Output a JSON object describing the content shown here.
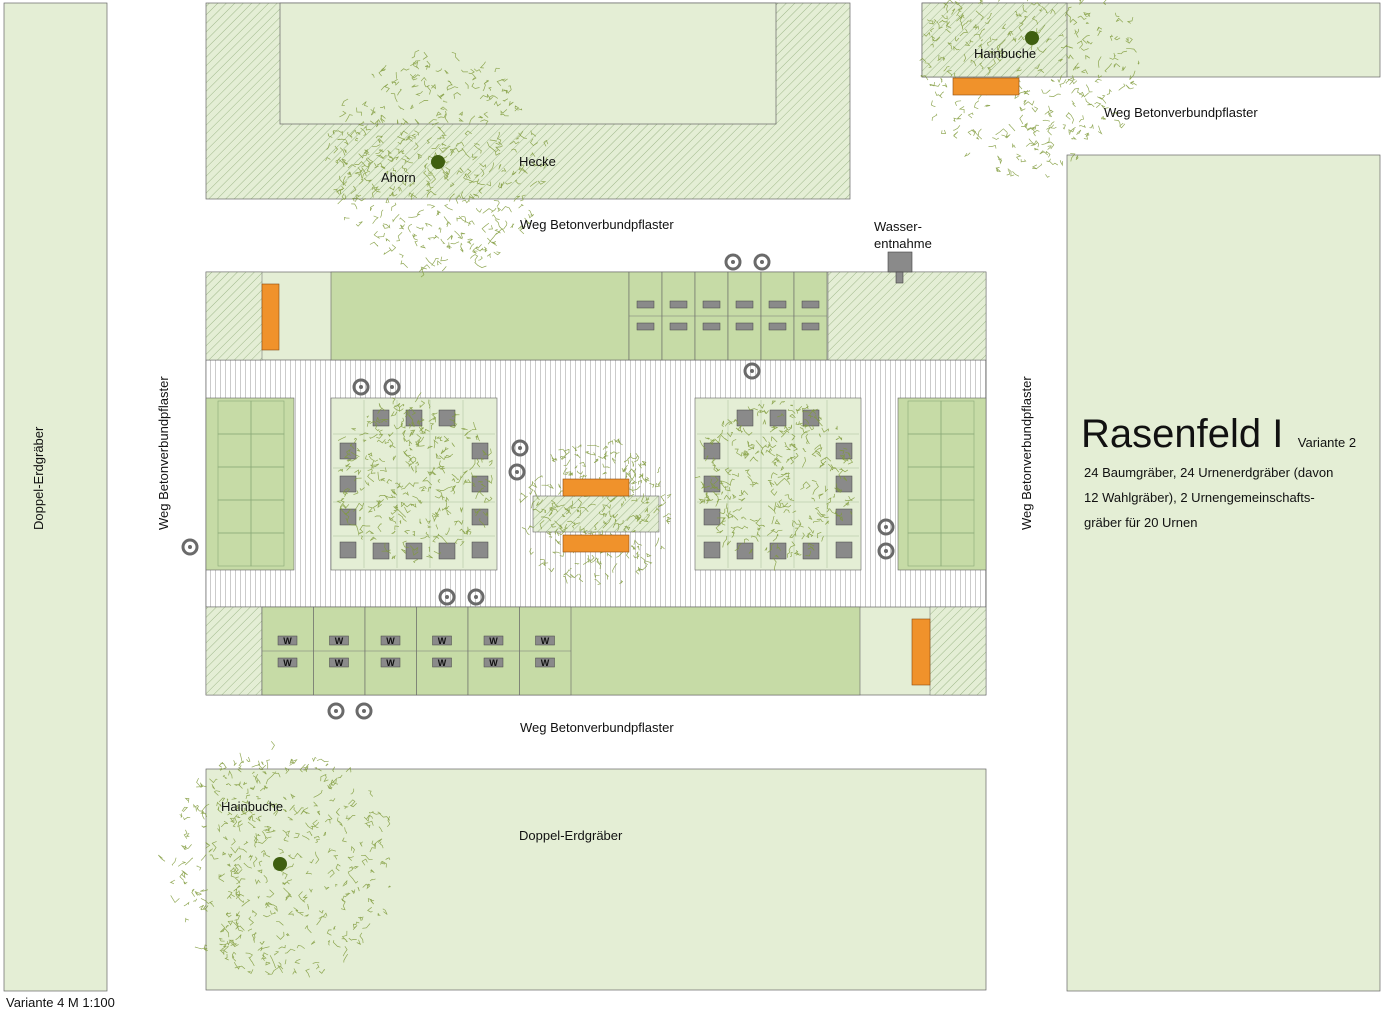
{
  "labels": {
    "weg_top": "Weg Betonverbundpflaster",
    "weg_bottom": "Weg Betonverbundpflaster",
    "weg_topright": "Weg Betonverbundpflaster",
    "weg_left": "Weg Betonverbundpflaster",
    "weg_right": "Weg Betonverbundpflaster",
    "doppel_left": "Doppel-Erdgräber",
    "doppel_bottom": "Doppel-Erdgräber",
    "ahorn": "Ahorn",
    "hecke": "Hecke",
    "hainbuche_top": "Hainbuche",
    "hainbuche_bottom": "Hainbuche",
    "wasser_1": "Wasser-",
    "wasser_2": "entnahme",
    "urn_mark": "W"
  },
  "info": {
    "title": "Rasenfeld I",
    "subtitle": "Variante 2",
    "line1": "24 Baumgräber, 24 Urnenerdgräber (davon",
    "line2": "12 Wahlgräber), 2 Urnengemeinschafts-",
    "line3": "gräber für 20 Urnen"
  },
  "caption": "Variante 4 M 1:100",
  "colors": {
    "lawn_light": "#e4eed5",
    "lawn_mid": "#c6dba6",
    "bench": "#f0922b",
    "stone": "#8a8a8a",
    "foliage": "#7f9a3a",
    "trunk": "#3f5f10"
  }
}
